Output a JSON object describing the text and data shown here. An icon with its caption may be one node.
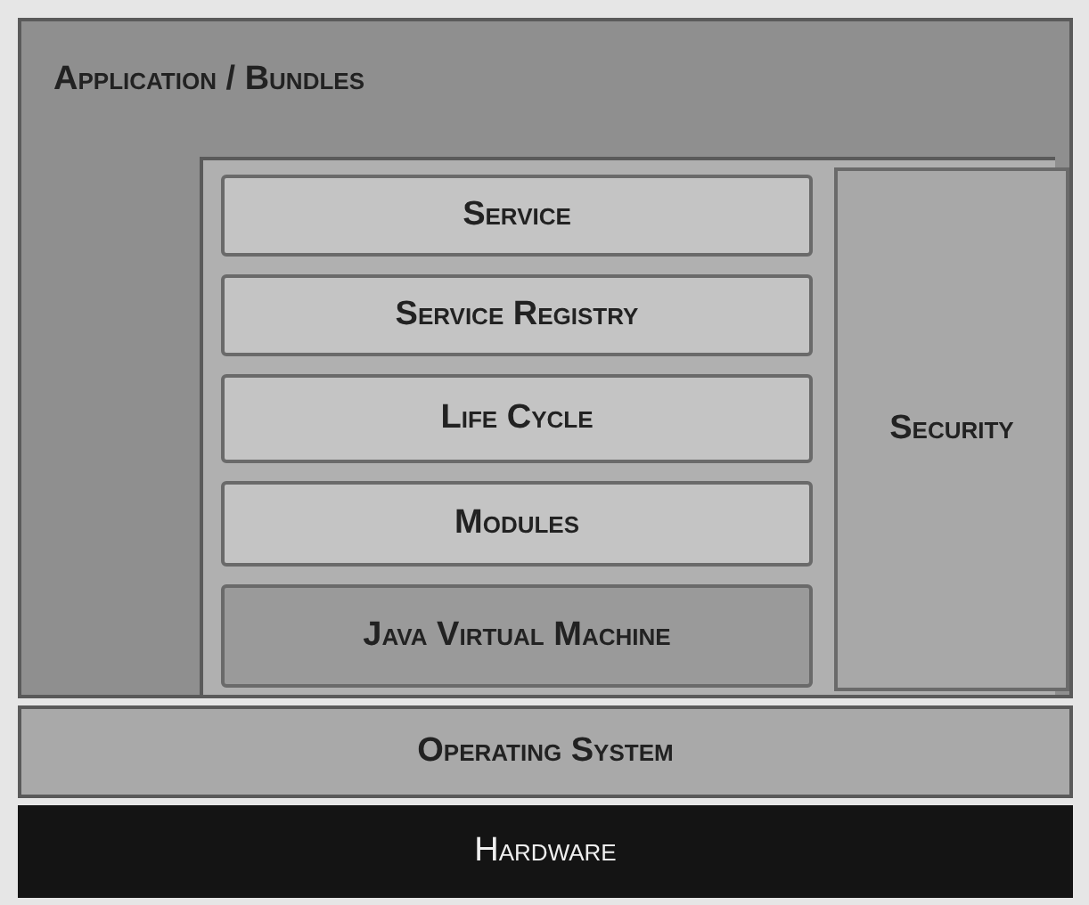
{
  "diagram": {
    "nodes": [
      {
        "text": [
          "Application / Bundles"
        ]
      },
      {
        "text": [
          "Service"
        ],
        "in": 0
      },
      {
        "text": [
          "Service Registry"
        ],
        "in": 0
      },
      {
        "text": [
          "Life Cycle"
        ],
        "in": 0
      },
      {
        "text": [
          "Modules"
        ],
        "in": 0
      },
      {
        "text": [
          "Java Virtual Machine"
        ],
        "in": 0
      },
      {
        "text": [
          "Security"
        ],
        "in": 0
      },
      {
        "text": [
          "Operating System"
        ]
      },
      {
        "text": [
          "Hardware"
        ]
      }
    ]
  }
}
